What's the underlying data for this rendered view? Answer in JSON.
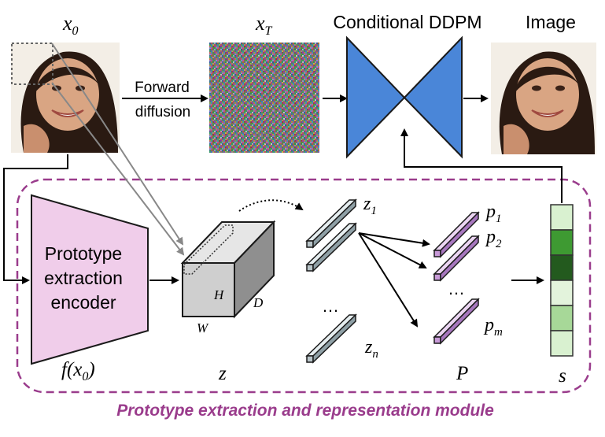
{
  "labels": {
    "x0": "x",
    "x0_sub": "0",
    "xT": "x",
    "xT_sub": "T",
    "ddpm_title": "Conditional DDPM",
    "image_title": "Image",
    "forward_line1": "Forward",
    "forward_line2": "diffusion",
    "encoder_line1": "Prototype",
    "encoder_line2": "extraction",
    "encoder_line3": "encoder",
    "f_x0_left": "f(x",
    "f_x0_sub": "0",
    "f_x0_right": ")",
    "z": "z",
    "H": "H",
    "W": "W",
    "D": "D",
    "z1": "z",
    "z1_sub": "1",
    "zn": "z",
    "zn_sub": "n",
    "dots_z": "…",
    "p1": "p",
    "p1_sub": "1",
    "p2": "p",
    "p2_sub": "2",
    "pm": "p",
    "pm_sub": "m",
    "dots_p": "…",
    "P": "P",
    "s": "s",
    "module_caption": "Prototype extraction and representation module"
  },
  "colors": {
    "ddpm_blue": "#4a86d8",
    "encoder_pink": "#f0cdea",
    "prototype_purple": "#c89ad8",
    "latent_gray": "#b8c4c8",
    "module_border": "#9a3c8c",
    "caption_purple": "#9a3c8c",
    "s_cells": [
      "#d9f1d0",
      "#3e9a32",
      "#235a1e",
      "#e3f3dc",
      "#a7d898",
      "#d9f1d0"
    ]
  },
  "icons": {
    "x0_image": "face-photo-icon",
    "xT_image": "noise-image-icon",
    "output_image": "generated-face-icon"
  }
}
